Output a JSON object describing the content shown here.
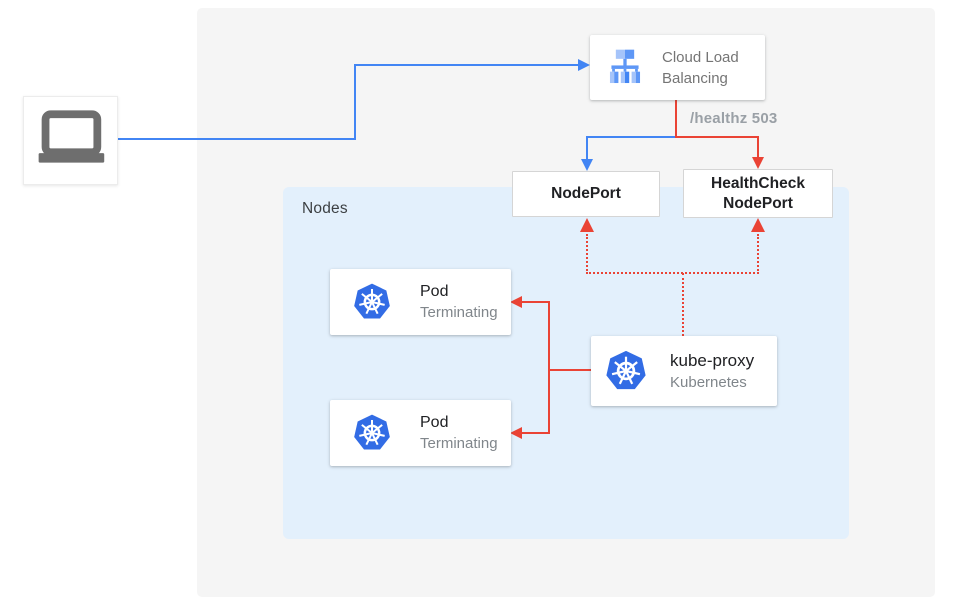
{
  "diagram": {
    "nodes_group": {
      "label": "Nodes"
    },
    "cloud_load_balancing": {
      "label": "Cloud Load Balancing"
    },
    "healthz_label": "/healthz 503",
    "nodeport": {
      "label": "NodePort"
    },
    "healthcheck_nodeport": {
      "line1": "HealthCheck",
      "line2": "NodePort"
    },
    "pods": [
      {
        "title": "Pod",
        "subtitle": "Terminating"
      },
      {
        "title": "Pod",
        "subtitle": "Terminating"
      }
    ],
    "kube_proxy": {
      "title": "kube-proxy",
      "subtitle": "Kubernetes"
    }
  },
  "icons": {
    "client": "laptop-icon",
    "load_balancer": "cloud-load-balancing-icon",
    "kubernetes": "kubernetes-icon"
  },
  "colors": {
    "blue": "#4285F4",
    "red": "#EA4335",
    "background_panel": "#F5F5F5",
    "nodes_panel": "#E3F0FC",
    "kubernetes_blue": "#326CE5",
    "text_primary": "#202124",
    "text_secondary": "#757575",
    "text_muted": "#9AA0A6"
  }
}
